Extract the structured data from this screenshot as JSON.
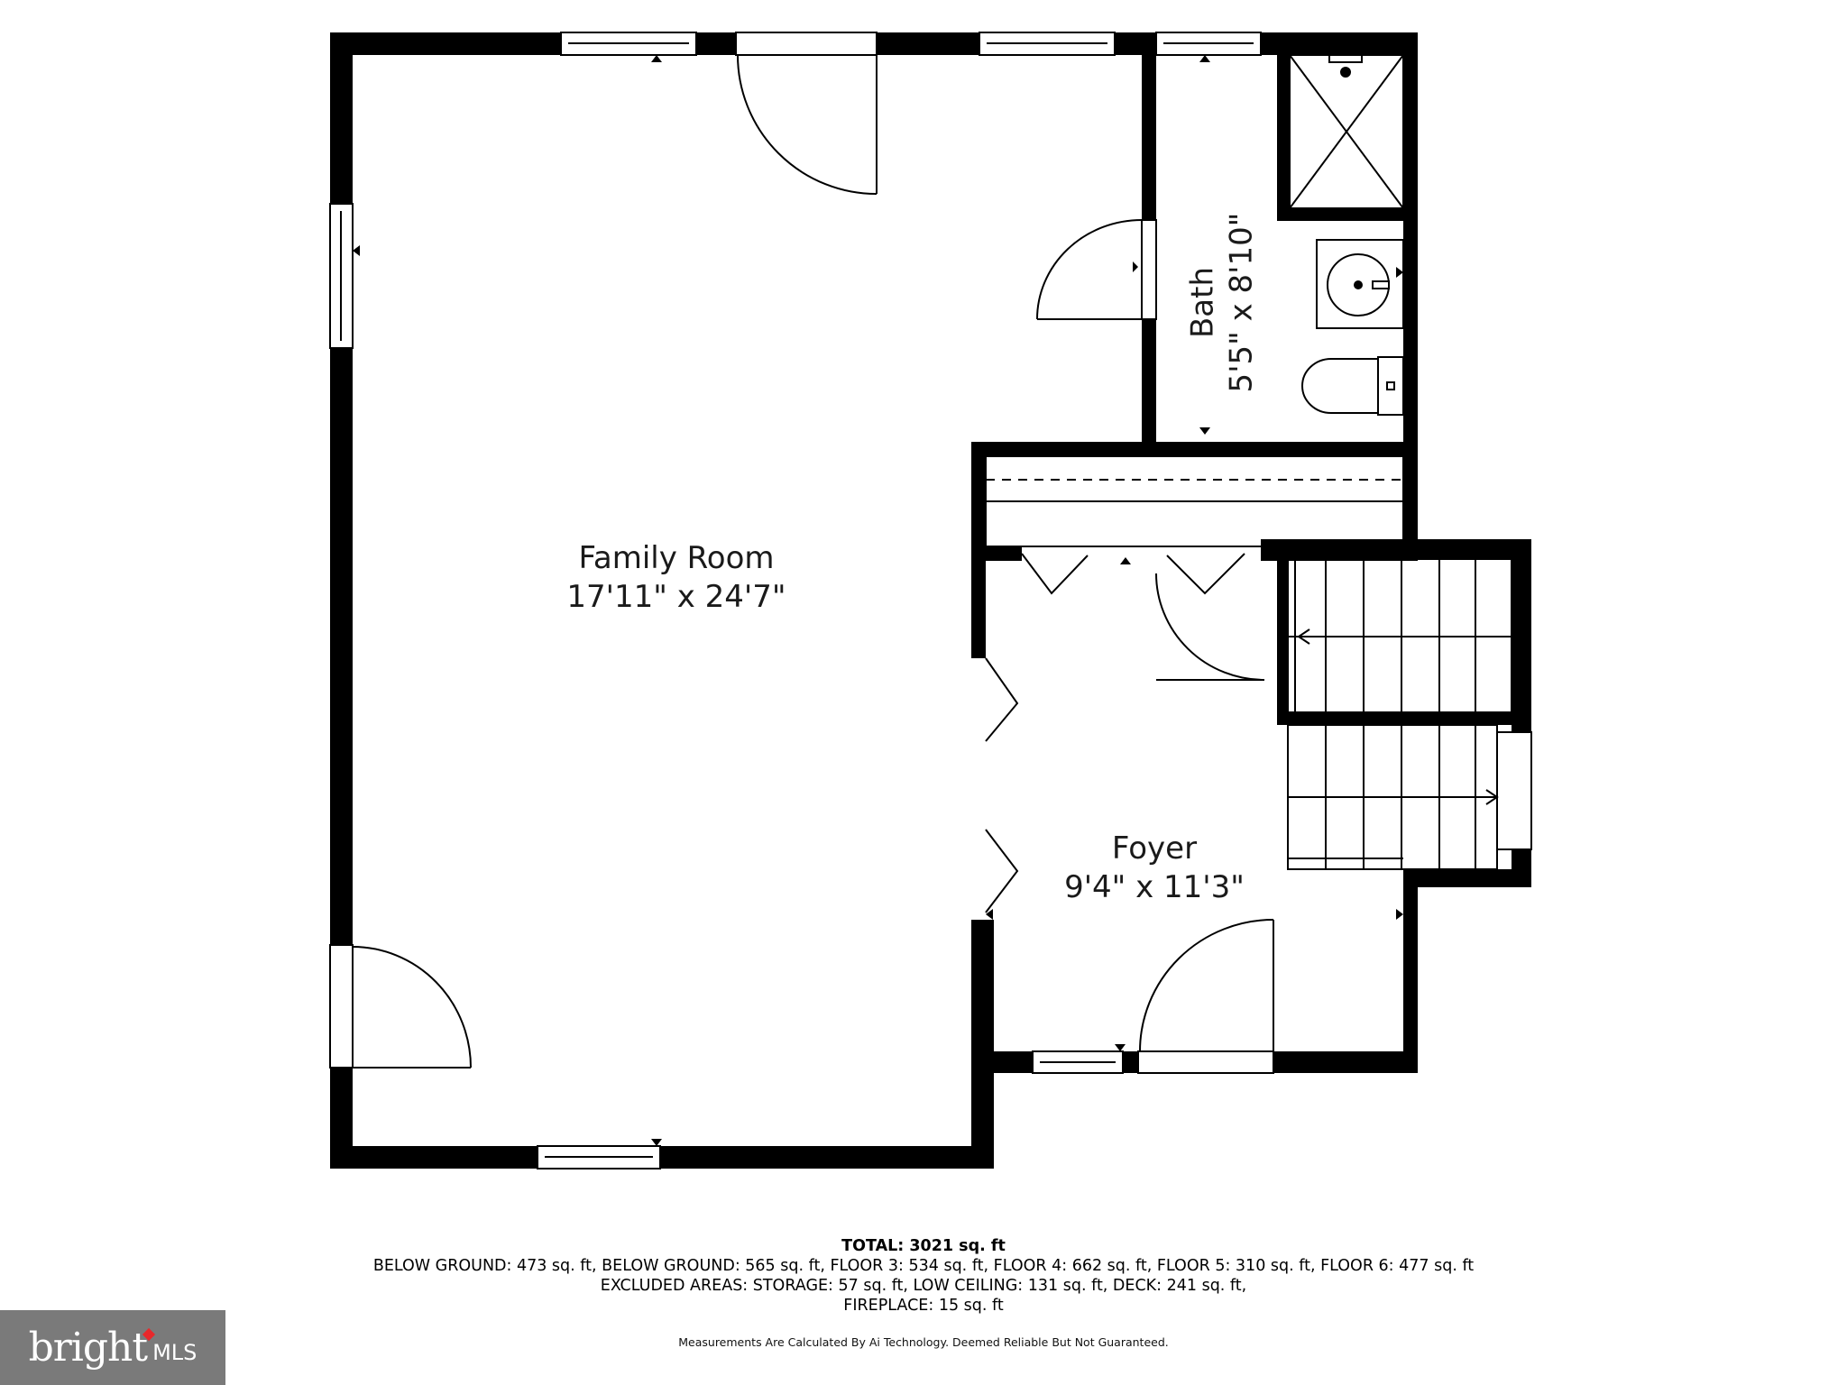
{
  "rooms": {
    "family_room": {
      "name": "Family Room",
      "size": "17'11\" x 24'7\""
    },
    "foyer": {
      "name": "Foyer",
      "size": "9'4\" x 11'3\""
    },
    "bath": {
      "name": "Bath",
      "size": "5'5\" x 8'10\""
    }
  },
  "summary": {
    "total": "TOTAL: 3021 sq. ft",
    "line1": "BELOW GROUND: 473 sq. ft, BELOW GROUND: 565 sq. ft, FLOOR 3: 534 sq. ft, FLOOR 4: 662 sq. ft, FLOOR 5: 310 sq. ft, FLOOR 6: 477 sq. ft",
    "line2": "EXCLUDED AREAS: STORAGE: 57 sq. ft, LOW CEILING: 131 sq. ft, DECK: 241 sq. ft,",
    "line3": "FIREPLACE: 15 sq. ft"
  },
  "disclaimer": "Measurements Are Calculated By Ai Technology. Deemed Reliable But Not Guaranteed.",
  "logo": {
    "word": "bright",
    "suffix": "MLS"
  },
  "colors": {
    "wall": "#000000",
    "background": "#ffffff",
    "logo_bg": "#7a7a7a",
    "logo_accent": "#e8282b"
  }
}
